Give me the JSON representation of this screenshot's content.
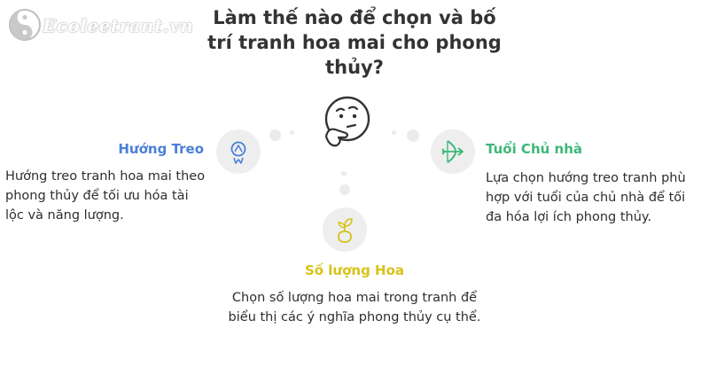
{
  "watermark": {
    "text": "Ecoleetrant.vn"
  },
  "title": "Làm thế nào để chọn và bố trí tranh hoa mai cho phong thủy?",
  "nodes": {
    "left": {
      "heading": "Hướng Treo",
      "text": "Hướng treo tranh hoa mai theo phong thủy để tối ưu hóa tài lộc và năng lượng.",
      "color": "#4c7fd8",
      "icon": "compass-icon"
    },
    "right": {
      "heading": "Tuổi Chủ nhà",
      "text": "Lựa chọn hướng treo tranh phù hợp với tuổi của chủ nhà để tối đa hóa lợi ích phong thủy.",
      "color": "#3cb878",
      "icon": "bow-arrow-icon"
    },
    "bottom": {
      "heading": "Số lượng Hoa",
      "text": "Chọn số lượng hoa mai trong tranh để biểu thị các ý nghĩa phong thủy cụ thể.",
      "color": "#d8c21a",
      "icon": "sprout-icon"
    }
  },
  "center": {
    "icon": "thinking-face-icon"
  }
}
